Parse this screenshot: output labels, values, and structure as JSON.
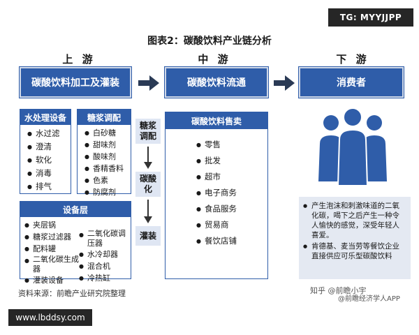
{
  "watermark_top": "TG: MYYJJPP",
  "title": "图表2：碳酸饮料产业链分析",
  "stages": {
    "upstream": "上 游",
    "midstream": "中 游",
    "downstream": "下 游"
  },
  "headers": {
    "upstream": "碳酸饮料加工及灌装",
    "midstream": "碳酸饮料流通",
    "downstream": "消费者"
  },
  "upstream": {
    "water": {
      "title": "水处理设备",
      "items": [
        "水过滤",
        "澄清",
        "软化",
        "消毒",
        "排气"
      ]
    },
    "syrup": {
      "title": "糖浆调配",
      "items": [
        "白砂糖",
        "甜味剂",
        "酸味剂",
        "香精香料",
        "色素",
        "防腐剂"
      ]
    },
    "equipment": {
      "title": "设备层",
      "left_items": [
        "夹层锅",
        "糖浆过滤器",
        "配料罐",
        "二氧化碳生成器",
        "灌装设备"
      ],
      "right_items": [
        "二氧化碳调压器",
        "水冷却器",
        "混合机",
        "冷热缸"
      ]
    },
    "process": [
      "糖浆调配",
      "碳酸化",
      "灌装"
    ]
  },
  "midstream": {
    "title": "碳酸饮料售卖",
    "items": [
      "零售",
      "批发",
      "超市",
      "电子商务",
      "食品服务",
      "贸易商",
      "餐饮店铺"
    ]
  },
  "downstream": {
    "notes": [
      "产生泡沫和刺激味道的二氧化碳，喝下之后产生一种令人愉快的感觉，深受年轻人喜爱。",
      "肯德基、麦当劳等餐饮企业直接供应可乐型碳酸饮料"
    ]
  },
  "source": "资料来源：前瞻产业研究院整理",
  "watermark_zhihu": "知乎 @前瞻小宇",
  "watermark_app": "@前瞻经济学人APP",
  "watermark_url": "www.lbddsy.com",
  "colors": {
    "primary": "#2f5da9",
    "light": "#dfe6f3",
    "note": "#e4e9f2"
  }
}
